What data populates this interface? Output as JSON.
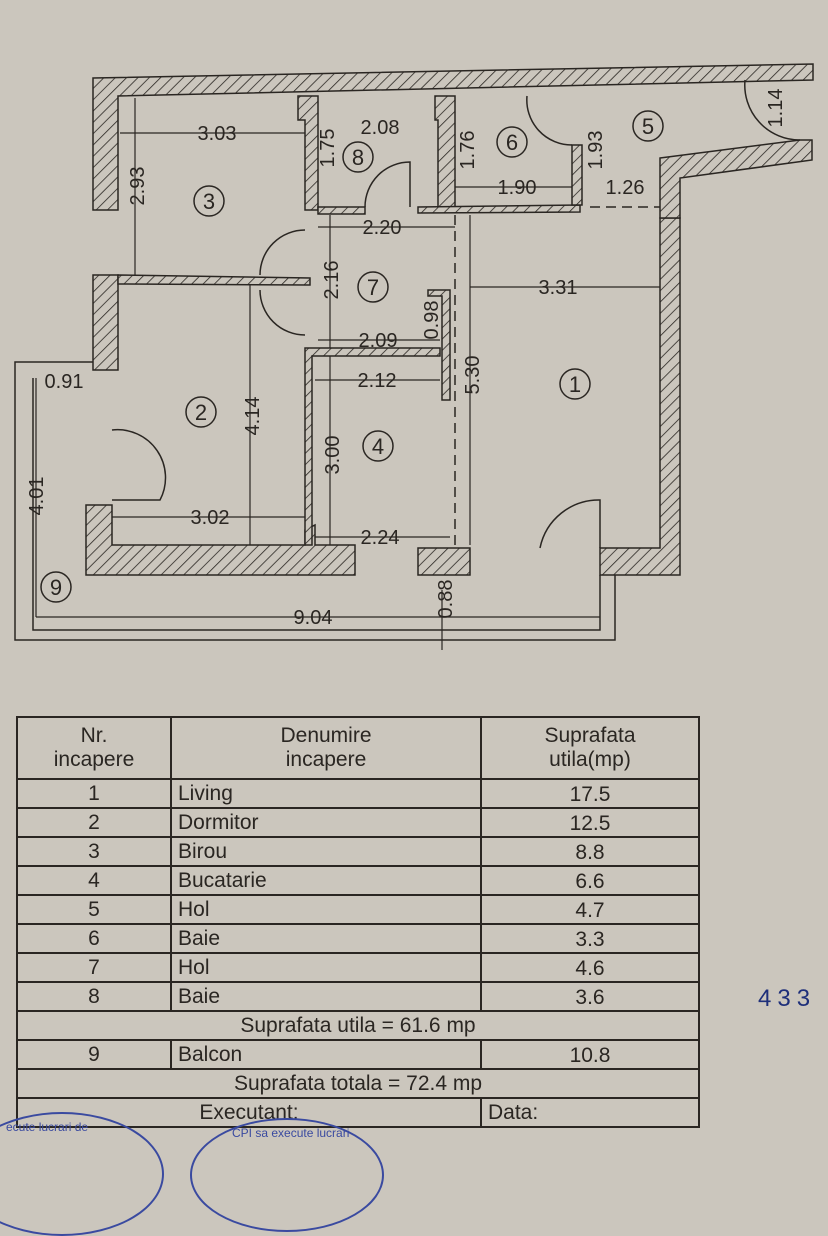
{
  "plan": {
    "rooms": [
      {
        "nr": "1"
      },
      {
        "nr": "2"
      },
      {
        "nr": "3"
      },
      {
        "nr": "4"
      },
      {
        "nr": "5"
      },
      {
        "nr": "6"
      },
      {
        "nr": "7"
      },
      {
        "nr": "8"
      },
      {
        "nr": "9"
      }
    ],
    "dimensions": {
      "d303": "3.03",
      "d293": "2.93",
      "d175": "1.75",
      "d208": "2.08",
      "d176": "1.76",
      "d193": "1.93",
      "d114": "1.14",
      "d190": "1.90",
      "d126": "1.26",
      "d220": "2.20",
      "d216": "2.16",
      "d098": "0.98",
      "d331": "3.31",
      "d209": "2.09",
      "d212": "2.12",
      "d530": "5.30",
      "d091": "0.91",
      "d414": "4.14",
      "d300": "3.00",
      "d401": "4.01",
      "d302": "3.02",
      "d224": "2.24",
      "d088": "0.88",
      "d904": "9.04"
    }
  },
  "table": {
    "headers": {
      "nr": "Nr.\nincapere",
      "name": "Denumire\nincapere",
      "area": "Suprafata\nutila(mp)"
    },
    "rows": [
      {
        "nr": "1",
        "name": "Living",
        "area": "17.5"
      },
      {
        "nr": "2",
        "name": "Dormitor",
        "area": "12.5"
      },
      {
        "nr": "3",
        "name": "Birou",
        "area": "8.8"
      },
      {
        "nr": "4",
        "name": "Bucatarie",
        "area": "6.6"
      },
      {
        "nr": "5",
        "name": "Hol",
        "area": "4.7"
      },
      {
        "nr": "6",
        "name": "Baie",
        "area": "3.3"
      },
      {
        "nr": "7",
        "name": "Hol",
        "area": "4.6"
      },
      {
        "nr": "8",
        "name": "Baie",
        "area": "3.6"
      }
    ],
    "useful_total": "Suprafata utila = 61.6 mp",
    "balcony": {
      "nr": "9",
      "name": "Balcon",
      "area": "10.8"
    },
    "grand_total": "Suprafata totala = 72.4 mp",
    "footer": {
      "executant": "Executant:",
      "data": "Data:"
    }
  },
  "handwritten_note": "433",
  "stamps": {
    "left": "ecute lucrari de",
    "right": "CPI sa execute lucrari"
  }
}
